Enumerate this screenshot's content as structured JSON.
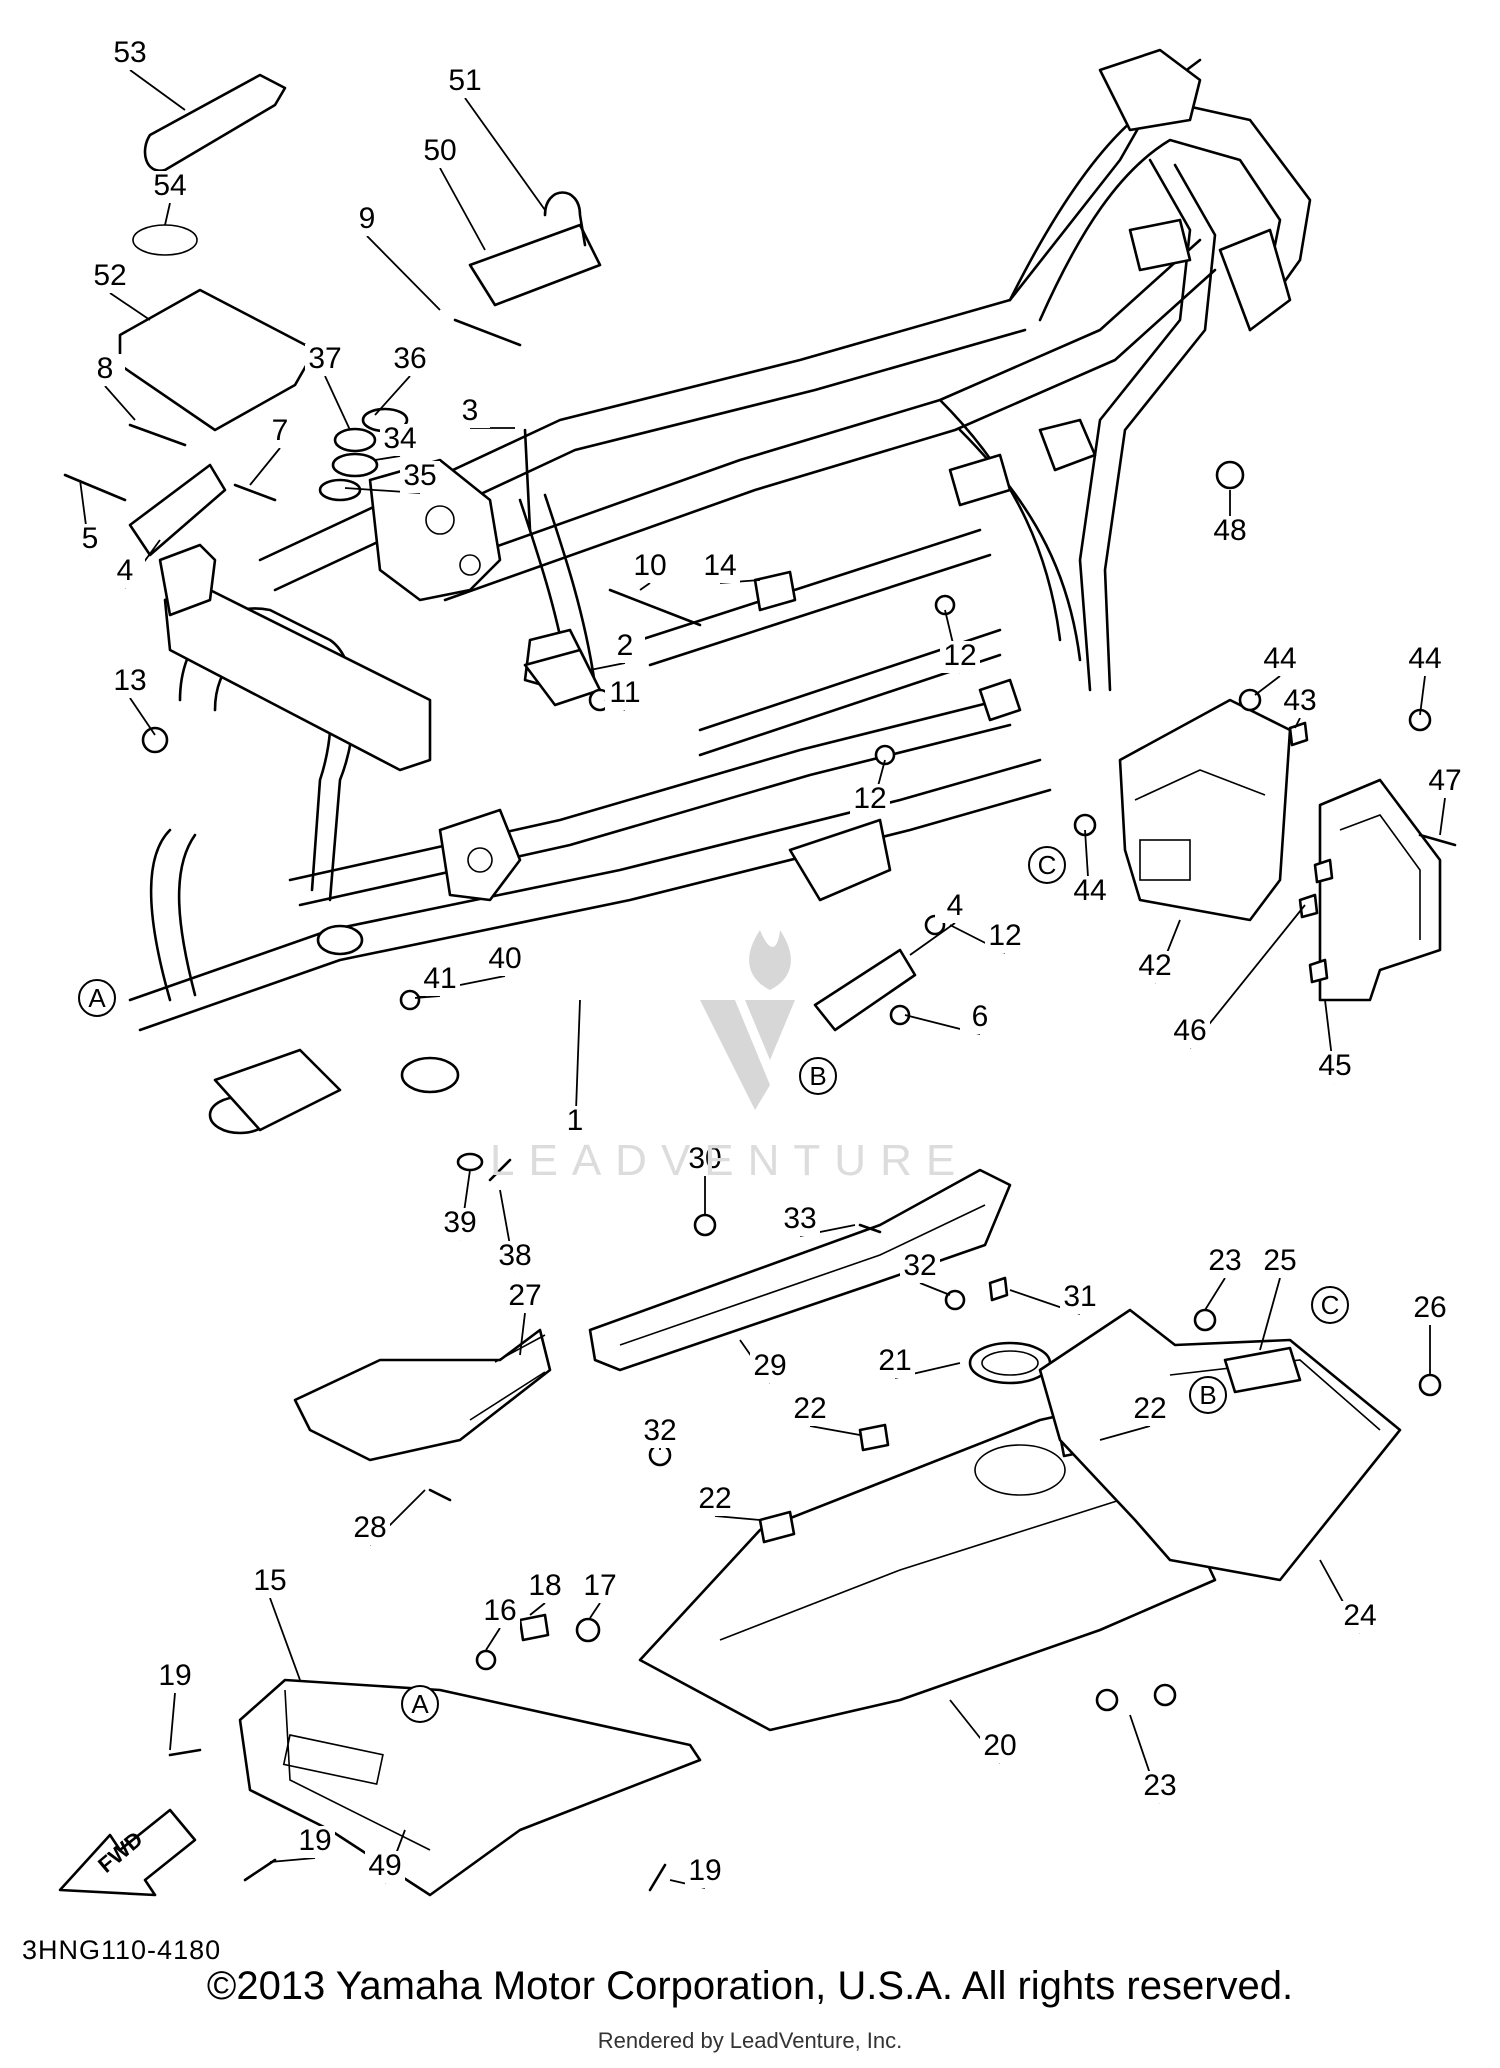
{
  "callouts": [
    {
      "n": "53"
    },
    {
      "n": "54"
    },
    {
      "n": "52"
    },
    {
      "n": "51"
    },
    {
      "n": "50"
    },
    {
      "n": "9"
    },
    {
      "n": "37"
    },
    {
      "n": "36"
    },
    {
      "n": "8"
    },
    {
      "n": "7"
    },
    {
      "n": "34"
    },
    {
      "n": "35"
    },
    {
      "n": "3"
    },
    {
      "n": "5"
    },
    {
      "n": "4"
    },
    {
      "n": "48"
    },
    {
      "n": "10"
    },
    {
      "n": "14"
    },
    {
      "n": "12"
    },
    {
      "n": "2"
    },
    {
      "n": "11"
    },
    {
      "n": "13"
    },
    {
      "n": "44"
    },
    {
      "n": "43"
    },
    {
      "n": "44"
    },
    {
      "n": "47"
    },
    {
      "n": "12"
    },
    {
      "n": "44"
    },
    {
      "n": "42"
    },
    {
      "n": "46"
    },
    {
      "n": "45"
    },
    {
      "n": "4"
    },
    {
      "n": "12"
    },
    {
      "n": "6"
    },
    {
      "n": "41"
    },
    {
      "n": "40"
    },
    {
      "n": "1"
    },
    {
      "n": "30"
    },
    {
      "n": "33"
    },
    {
      "n": "39"
    },
    {
      "n": "38"
    },
    {
      "n": "32"
    },
    {
      "n": "31"
    },
    {
      "n": "27"
    },
    {
      "n": "29"
    },
    {
      "n": "21"
    },
    {
      "n": "23"
    },
    {
      "n": "25"
    },
    {
      "n": "26"
    },
    {
      "n": "22"
    },
    {
      "n": "22"
    },
    {
      "n": "32"
    },
    {
      "n": "28"
    },
    {
      "n": "22"
    },
    {
      "n": "24"
    },
    {
      "n": "15"
    },
    {
      "n": "18"
    },
    {
      "n": "17"
    },
    {
      "n": "16"
    },
    {
      "n": "19"
    },
    {
      "n": "20"
    },
    {
      "n": "23"
    },
    {
      "n": "19"
    },
    {
      "n": "49"
    },
    {
      "n": "19"
    }
  ],
  "refs": [
    {
      "letter": "A"
    },
    {
      "letter": "B"
    },
    {
      "letter": "C"
    },
    {
      "letter": "C"
    },
    {
      "letter": "B"
    },
    {
      "letter": "A"
    }
  ],
  "fwd_label": "FWD",
  "drawing_code": "3HNG110-4180",
  "copyright": "©2013 Yamaha Motor Corporation, U.S.A. All rights reserved.",
  "rendered_by": "Rendered by LeadVenture, Inc.",
  "watermark": "LEADVENTURE",
  "colors": {
    "line": "#000000",
    "background": "#ffffff",
    "watermark": "#d7d7d7"
  }
}
